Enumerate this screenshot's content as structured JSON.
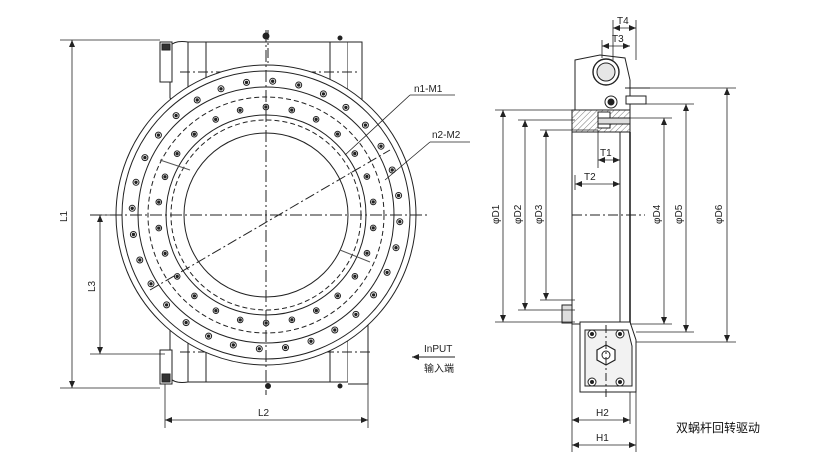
{
  "labels": {
    "n1": "n1-M1",
    "n2": "n2-M2",
    "L1": "L1",
    "L2": "L2",
    "L3": "L3",
    "input_en": "InPUT",
    "input_cn": "输入端",
    "D1": "φD1",
    "D2": "φD2",
    "D3": "φD3",
    "D4": "φD4",
    "D5": "φD5",
    "D6": "φD6",
    "T1": "T1",
    "T2": "T2",
    "T3": "T3",
    "T4": "T4",
    "H1": "H1",
    "H2": "H2"
  },
  "caption": "双蜗杆回转驱动",
  "colors": {
    "line": "#222222",
    "fill_light": "#dcdcdc",
    "fill_mid": "#c8c8c8"
  }
}
